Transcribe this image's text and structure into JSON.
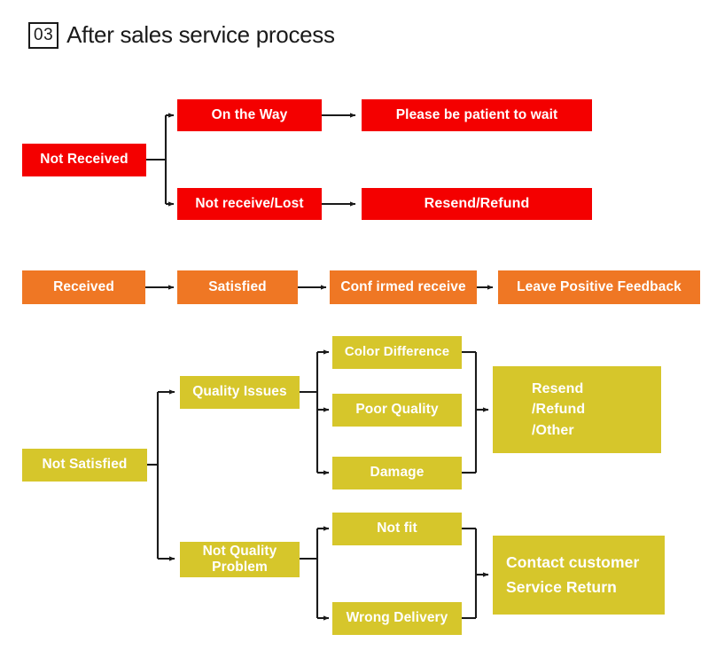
{
  "header": {
    "badge": "03",
    "title": "After sales service process"
  },
  "palette": {
    "red": "#f40000",
    "orange": "#ef7724",
    "gold": "#d6c62b",
    "connector": "#1a1a1a",
    "node_text": "#ffffff",
    "title_text": "#1a1a1a",
    "background": "#ffffff"
  },
  "diagram_data": {
    "type": "flowchart",
    "title": "After sales service process",
    "branches": [
      {
        "id": "not-received",
        "color_key": "red",
        "root": "Not Received",
        "paths": [
          {
            "steps": [
              "On the Way",
              "Please be patient to wait"
            ]
          },
          {
            "steps": [
              "Not receive/Lost",
              "Resend/Refund"
            ]
          }
        ]
      },
      {
        "id": "received",
        "color_key": "orange",
        "root": "Received",
        "paths": [
          {
            "steps": [
              "Satisfied",
              "Conf irmed receive",
              "Leave Positive Feedback"
            ]
          }
        ]
      },
      {
        "id": "not-satisfied",
        "color_key": "gold",
        "root": "Not Satisfied",
        "paths": [
          {
            "steps": [
              "Quality Issues",
              "Color Difference / Poor Quality / Damage",
              "Resend\n/Refund\n/Other"
            ]
          },
          {
            "steps": [
              "Not Quality Problem",
              "Not fit / Wrong Delivery",
              "Contact customer Service Return"
            ]
          }
        ]
      }
    ]
  },
  "nodes": {
    "not_received": "Not Received",
    "on_the_way": "On the Way",
    "please_wait": "Please be patient to wait",
    "not_receive_lost": "Not receive/Lost",
    "resend_refund": "Resend/Refund",
    "received": "Received",
    "satisfied": "Satisfied",
    "confirmed_receive": "Conf irmed receive",
    "leave_positive_feedback": "Leave Positive Feedback",
    "not_satisfied": "Not Satisfied",
    "quality_issues": "Quality Issues",
    "color_difference": "Color Difference",
    "poor_quality": "Poor Quality",
    "damage": "Damage",
    "resend_refund_other": "Resend\n/Refund\n/Other",
    "not_quality_problem": "Not Quality\nProblem",
    "not_fit": "Not fit",
    "wrong_delivery": "Wrong Delivery",
    "contact_customer_service_return": "Contact customer\nService Return"
  }
}
